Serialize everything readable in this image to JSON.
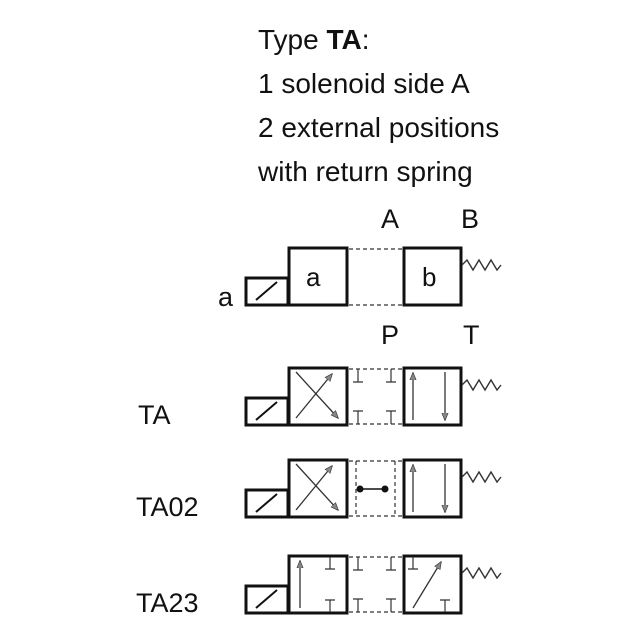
{
  "title": {
    "line1_prefix": "Type ",
    "line1_bold": "TA",
    "line1_suffix": ":",
    "line2": "1 solenoid side A",
    "line3": "2 external positions",
    "line4": "with return spring"
  },
  "ports": {
    "a_top": "A",
    "b_top": "B",
    "p_bottom": "P",
    "t_bottom": "T"
  },
  "solenoid_label": "a",
  "positions": {
    "left": "a",
    "right": "b"
  },
  "variants": [
    {
      "code": "TA"
    },
    {
      "code": "TA02"
    },
    {
      "code": "TA23"
    }
  ]
}
